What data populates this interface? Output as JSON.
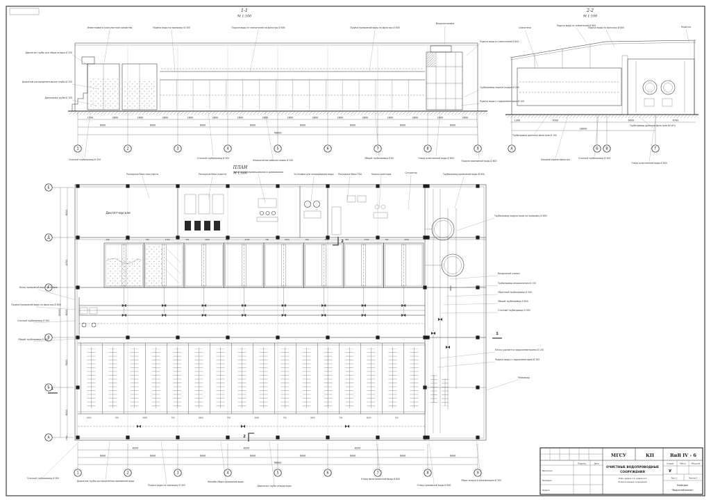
{
  "sec1": {
    "title": "1-1",
    "scale": "М 1:100",
    "dims_row1": [
      "1500",
      "2800",
      "2600",
      "2800",
      "2800",
      "2800",
      "2800",
      "2800",
      "2800",
      "2800",
      "2800",
      "2800",
      "2800",
      "2800",
      "2800",
      "2600"
    ],
    "dims_row2": [
      "6000",
      "6000",
      "6000",
      "6000",
      "6000",
      "6000",
      "6000",
      "6000"
    ],
    "total": "48000"
  },
  "sec2": {
    "title": "2-2",
    "scale": "М 1:100",
    "dims_row1": [
      "1300",
      "9500",
      "6000",
      "4700"
    ],
    "total": "18000"
  },
  "plan": {
    "title": "ПЛАН",
    "scale": "М 1:100",
    "room": "Диспетчерская",
    "pipe_d": "Ø500",
    "filter_dims": [
      "700",
      "4700",
      "700",
      "4700",
      "700",
      "4700",
      "700",
      "4700",
      "700",
      "4700",
      "700",
      "4700",
      "700",
      "4700",
      "700",
      "4700"
    ],
    "lane_dims": [
      "1400",
      "700",
      "2600",
      "700",
      "2600",
      "700",
      "2600",
      "700",
      "2600",
      "700",
      "2600",
      "700"
    ],
    "dims_left": [
      "6000",
      "4700",
      "6000",
      "9500",
      "6000",
      "1300"
    ],
    "total_left": "30000",
    "dims_bottom1": [
      "8200",
      "8200",
      "8200"
    ],
    "dims_bottom2": [
      "6000",
      "6000",
      "6000",
      "6000",
      "6000",
      "6000",
      "6000",
      "6000"
    ],
    "total": "48000"
  },
  "axes": {
    "cols": [
      "1",
      "2",
      "3",
      "4",
      "5",
      "6",
      "7",
      "8",
      "9"
    ],
    "rows_plan": [
      "Е",
      "Д",
      "Г",
      "В",
      "Б",
      "А"
    ],
    "sec2": [
      "А",
      "Б",
      "В",
      "Г"
    ]
  },
  "cuts": {
    "one": "1",
    "two": "2"
  },
  "co": [
    "Известковое и коагулянтное хозяйство",
    "Подача воды на промывку Ø 300",
    "Подача воды от смесителей на фильтры Ø 800",
    "Подача промывной воды на фильтры Ø 800",
    "Входная камера",
    "Дырчатые трубы для сбора осадка Ø 200",
    "Дырчатые распределительные трубы Ø 200",
    "Дренажная труба Ø 150",
    "Сточный трубопровод Ø 300",
    "Сточный трубопровод Ø 300",
    "Опорожнение рабочих камер Ø 200",
    "Общий трубопровод Ø 80",
    "Отвод осветленной воды Ø 800",
    "Подача промывной воды Ø 800",
    "Смесители",
    "Подача воды от смесителей Ø 800",
    "Подача воды на фильтры Ø 800",
    "Решетка",
    "Подача воды из смесителей Ø 800",
    "Трубопровод подачи осадка Ø 200",
    "Подача воды к гидроэлеваторам Ø 100",
    "Трубопровод дренажа фильтров Ø 150",
    "Боковой карман фильтра",
    "Сточный трубопровод Ø 300",
    "Отвод осветленной воды Ø 800",
    "Трубопровод дренажа фильтров 80 м³/ч",
    "Расходные баки коагулянта",
    "Расходные баки извести",
    "Насосы для перемешивания и дозирования",
    "Установка для хлорирования воды",
    "Расходные баки ПАА",
    "Насосы-дозаторы",
    "Сатуратор",
    "Трубопровод промывной воды Ø 800",
    "Лоток промывной воды фильтров",
    "Подача промывной воды на фильтры Ø 800",
    "Сточный трубопровод Ø 300",
    "Общий трубопровод Ø 800",
    "Трубопровод подачи воды на промывку Ø 800",
    "Воздушный клапан",
    "Трубопровод опорожнения Ø 150",
    "Обратный трубопровод Ø 200",
    "Общий трубопровод Ø 800",
    "Сточный трубопровод Ø 300",
    "Песок удаляется гидроэлеваторами Ø 150",
    "Подача воды к гидроэлеваторам Ø 100",
    "Резервуар",
    "Сточный трубопровод Ø 300",
    "Дырчатые трубы распределения промывной воды",
    "Подача воды на промывку Ø 300",
    "Желоба сбора промывной воды",
    "Дырчатые трубы отвода воды",
    "Отвод фильтрованной воды Ø 800",
    "Отвод промывной воды Ø 800",
    "Сброс осадка в канализацию Ø 300",
    "Ø500"
  ],
  "tb": {
    "org": "МГСУ",
    "kp": "КП",
    "code": "ВиВ IV - 6",
    "title1": "ОЧИСТНЫЕ ВОДОПРОВОДНЫЕ",
    "title2": "СООРУЖЕНИЯ",
    "sub1": "План, разрез 1-1, разрез 2-2",
    "sub2": "блока основных сооружений",
    "h_stage": "Стадия",
    "h_mass": "Масса",
    "h_scale": "Масштаб",
    "stage": "У",
    "sheet": "Лист 1",
    "sheets": "Листов 2",
    "dept1": "Кафедра",
    "dept2": "\"Водоснабжения\"",
    "sign": "Подпись",
    "date": "Дата",
    "r1": "Выполнил",
    "r2": "Проверил",
    "r3": "Принял"
  }
}
